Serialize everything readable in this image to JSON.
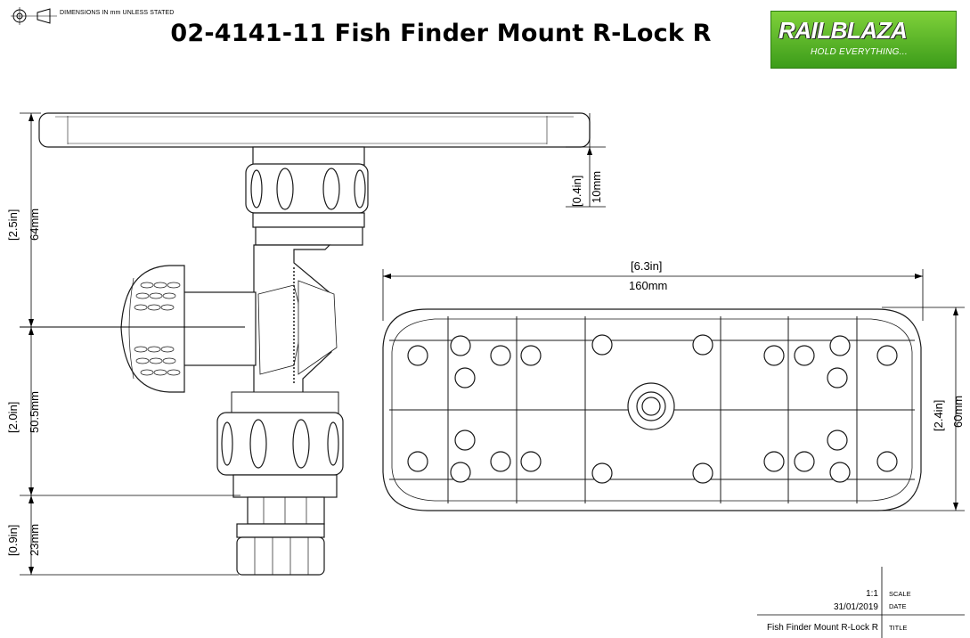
{
  "drawing": {
    "title": "02-4141-11 Fish Finder Mount R-Lock R",
    "units_note": "DIMENSIONS IN mm UNLESS STATED"
  },
  "logo": {
    "brand": "RAILBLAZA",
    "tagline": "HOLD EVERYTHING..."
  },
  "dimensions": {
    "plate_thickness": {
      "in": "[0.4in]",
      "mm": "10mm"
    },
    "upper_height": {
      "in": "[2.5in]",
      "mm": "64mm"
    },
    "lower_height": {
      "in": "[2.0in]",
      "mm": "50.5mm"
    },
    "base_height": {
      "in": "[0.9in]",
      "mm": "23mm"
    },
    "plate_length": {
      "in": "[6.3in]",
      "mm": "160mm"
    },
    "plate_width": {
      "in": "[2.4in]",
      "mm": "60mm"
    }
  },
  "title_block": {
    "scale_value": "1:1",
    "scale_label": "SCALE",
    "date_value": "31/01/2019",
    "date_label": "DATE",
    "title_value": "Fish Finder Mount R-Lock R",
    "title_label": "TITLE"
  },
  "colors": {
    "line": "#1a1a1a",
    "fill": "#ffffff",
    "logo_green": "#5cb82a"
  }
}
